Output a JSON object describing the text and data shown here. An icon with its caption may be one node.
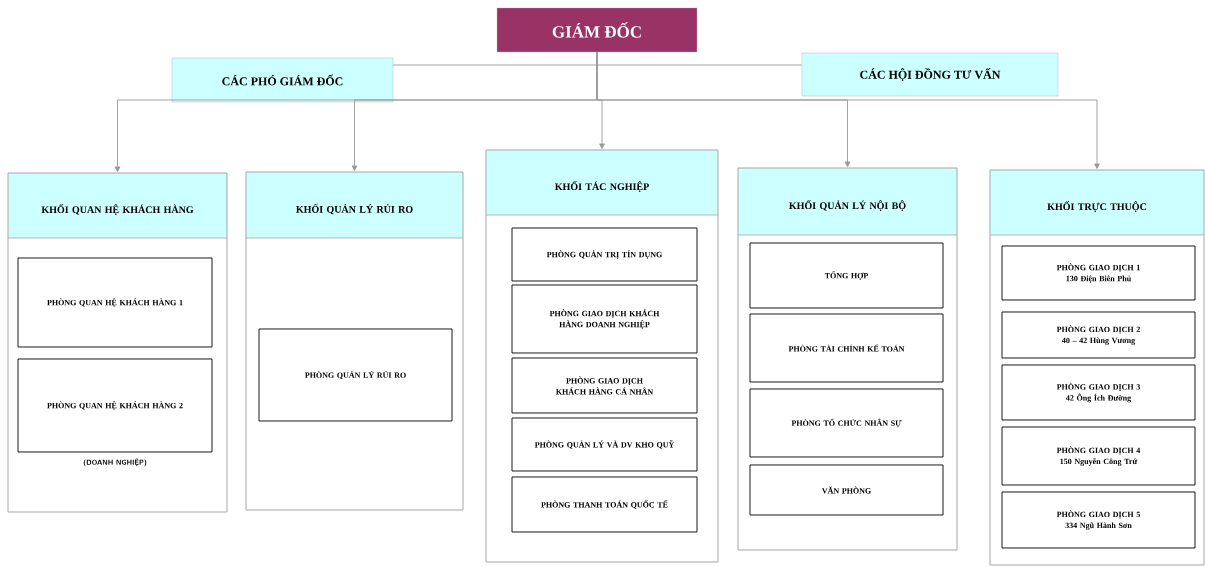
{
  "diagram": {
    "nodes": [
      {
        "text": [
          "GIÁM ĐỐC"
        ]
      },
      {
        "text": [
          "CÁC PHÓ GIÁM ĐỐC"
        ]
      },
      {
        "text": [
          "CÁC HỘI ĐỒNG TƯ VẤN"
        ]
      },
      {
        "text": [
          "KHỐI QUAN HỆ KHÁCH HÀNG"
        ]
      },
      {
        "text": [
          "PHÒNG QUAN HỆ KHÁCH HÀNG 1"
        ],
        "in": 3
      },
      {
        "text": [
          "PHÒNG QUAN HỆ KHÁCH HÀNG 2"
        ],
        "in": 3,
        "beside": [
          "(DOANH NGHIỆP)"
        ]
      },
      {
        "text": [
          "KHỐI QUẢN LÝ RỦI RO"
        ]
      },
      {
        "text": [
          "PHÒNG QUẢN LÝ RỦI RO"
        ],
        "in": 6
      },
      {
        "text": [
          "KHỐI TÁC NGHIỆP"
        ]
      },
      {
        "text": [
          "PHÒNG QUẢN TRỊ TÍN DỤNG"
        ],
        "in": 8
      },
      {
        "text": [
          "PHÒNG GIAO DỊCH KHÁCH HÀNG DOANH NGHIỆP"
        ],
        "in": 8
      },
      {
        "text": [
          "PHÒNG GIAO DỊCH KHÁCH HÀNG CÁ NHÂN"
        ],
        "in": 8
      },
      {
        "text": [
          "PHÒNG QUẢN LÝ VÀ DV KHO QUỸ"
        ],
        "in": 8
      },
      {
        "text": [
          "PHÒNG THANH TOÁN QUỐC TẾ"
        ],
        "in": 8
      },
      {
        "text": [
          "KHỐI QUẢN LÝ NỘI BỘ"
        ]
      },
      {
        "text": [
          "TỔNG HỢP"
        ],
        "in": 14
      },
      {
        "text": [
          "PHÒNG TÀI CHÍNH KẾ TOÁN"
        ],
        "in": 14
      },
      {
        "text": [
          "PHÒNG TỔ CHỨC NHÂN SỰ"
        ],
        "in": 14
      },
      {
        "text": [
          "VĂN PHÒNG"
        ],
        "in": 14
      },
      {
        "text": [
          "KHỐI TRỰC THUỘC"
        ]
      },
      {
        "text": [
          "PHÒNG GIAO DỊCH 1",
          "130 Điện Biên Phủ"
        ],
        "in": 19
      },
      {
        "text": [
          "PHÒNG GIAO DỊCH 2",
          "40 – 42 Hùng Vương"
        ],
        "in": 19
      },
      {
        "text": [
          "PHÒNG GIAO DỊCH 3",
          "42 Ông Ích Đường"
        ],
        "in": 19
      },
      {
        "text": [
          "PHÒNG GIAO DỊCH 4",
          "150 Nguyễn Công Trứ"
        ],
        "in": 19
      },
      {
        "text": [
          "PHÒNG GIAO DỊCH 5",
          "334 Ngũ Hành Sơn"
        ],
        "in": 19
      }
    ],
    "edges": [
      {
        "from": 0,
        "to": 1,
        "arrow": "none"
      },
      {
        "from": 0,
        "to": 2,
        "arrow": "none"
      },
      {
        "from": 0,
        "to": 3,
        "arrow": "to"
      },
      {
        "from": 0,
        "to": 6,
        "arrow": "to"
      },
      {
        "from": 0,
        "to": 8,
        "arrow": "to"
      },
      {
        "from": 0,
        "to": 14,
        "arrow": "to"
      },
      {
        "from": 0,
        "to": 19,
        "arrow": "to"
      }
    ]
  }
}
